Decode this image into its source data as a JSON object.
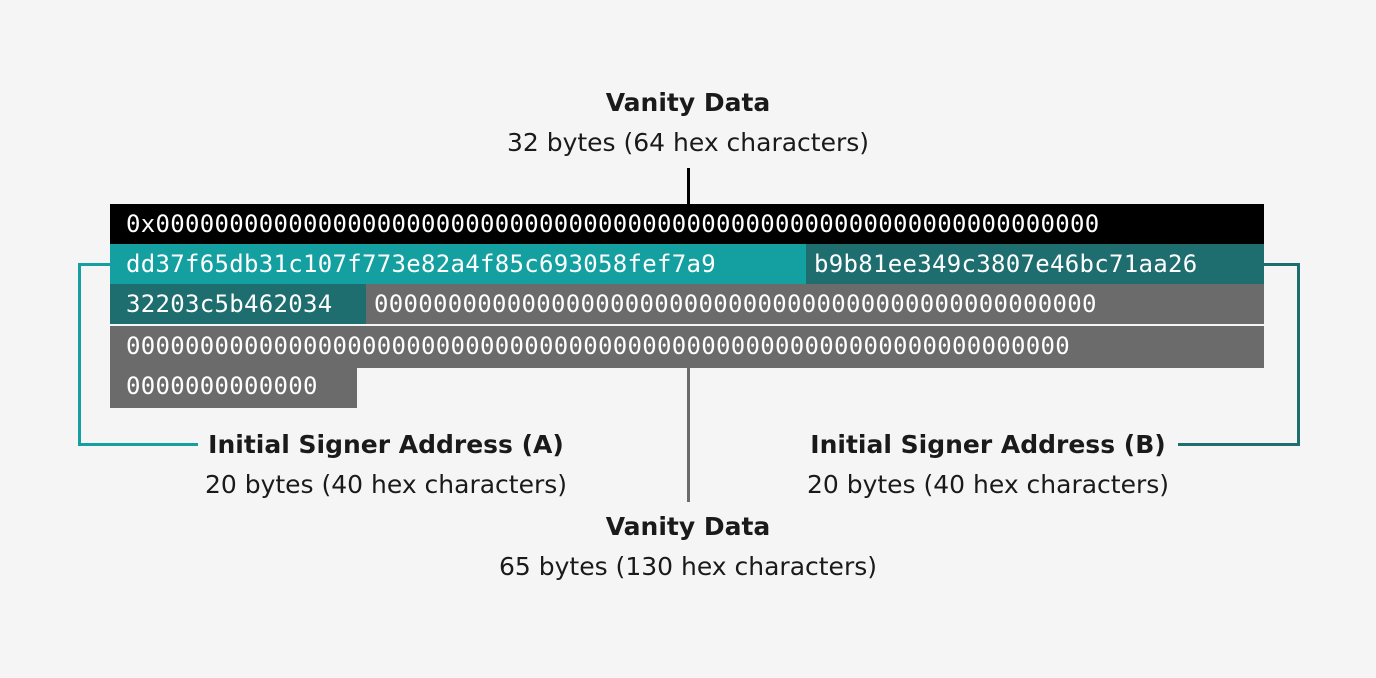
{
  "labels": {
    "vanity_top": {
      "title": "Vanity Data",
      "sub": "32 bytes (64 hex characters)"
    },
    "signer_a": {
      "title": "Initial Signer Address (A)",
      "sub": "20 bytes (40 hex characters)"
    },
    "signer_b": {
      "title": "Initial Signer Address (B)",
      "sub": "20 bytes (40 hex characters)"
    },
    "vanity_bottom": {
      "title": "Vanity Data",
      "sub": "65 bytes (130 hex characters)"
    }
  },
  "hex": {
    "row1": "0x0000000000000000000000000000000000000000000000000000000000000000",
    "signer_a": "dd37f65db31c107f773e82a4f85c693058fef7a9",
    "signer_b_part1": "b9b81ee349c3807e46bc71aa26",
    "signer_b_part2": "32203c5b462034",
    "row3_zeros": "0000000000000000000000000000000000000000000000000",
    "row4_zeros": "0000000000000000000000000000000000000000000000000000000000000000",
    "row5_zeros": "0000000000000"
  },
  "colors": {
    "vanity_top": "#000000",
    "signer_a": "#14a0a0",
    "signer_b": "#1e6e70",
    "vanity_bottom": "#6b6b6b",
    "background": "#f5f5f5"
  }
}
